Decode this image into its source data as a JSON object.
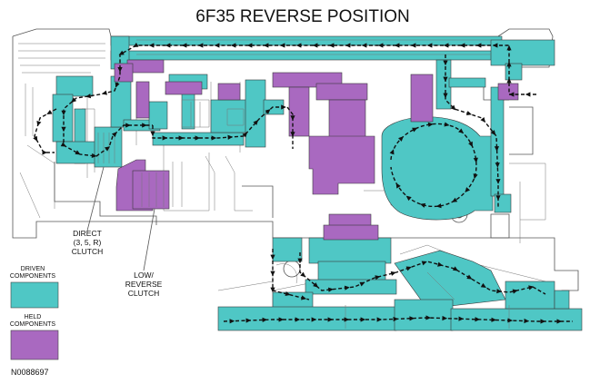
{
  "title": "6F35 REVERSE POSITION",
  "labels": {
    "direct_line1": "DIRECT",
    "direct_line2": "(3, 5, R)",
    "direct_line3": "CLUTCH",
    "low_line1": "LOW/",
    "low_line2": "REVERSE",
    "low_line3": "CLUTCH"
  },
  "legend": {
    "driven_line1": "DRIVEN",
    "driven_line2": "COMPONENTS",
    "held_line1": "HELD",
    "held_line2": "COMPONENTS"
  },
  "figure_code": "N0088697",
  "colors": {
    "driven": "#4fc7c5",
    "held": "#a969c0",
    "flow": "#111111"
  }
}
